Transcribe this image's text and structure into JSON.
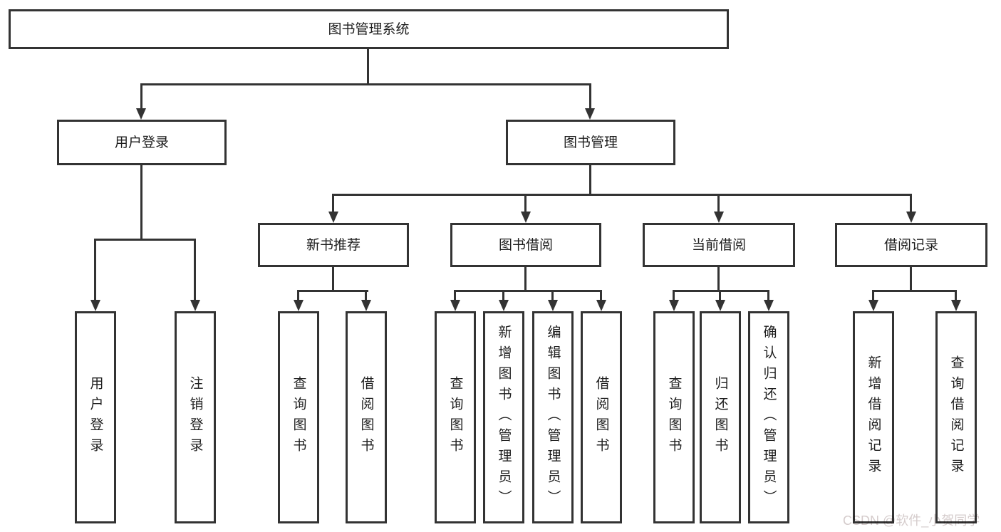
{
  "root": {
    "label": "图书管理系统"
  },
  "level2": [
    {
      "label": "用户登录"
    },
    {
      "label": "图书管理"
    }
  ],
  "level3": [
    {
      "label": "新书推荐"
    },
    {
      "label": "图书借阅"
    },
    {
      "label": "当前借阅"
    },
    {
      "label": "借阅记录"
    }
  ],
  "leaves": {
    "user": [
      {
        "label": "用户登录"
      },
      {
        "label": "注销登录"
      }
    ],
    "recommend": [
      {
        "label": "查询图书"
      },
      {
        "label": "借阅图书"
      }
    ],
    "borrow": [
      {
        "label": "查询图书"
      },
      {
        "label": "新增图书（管理员）"
      },
      {
        "label": "编辑图书（管理员）"
      },
      {
        "label": "借阅图书"
      }
    ],
    "current": [
      {
        "label": "查询图书"
      },
      {
        "label": "归还图书"
      },
      {
        "label": "确认归还（管理员）"
      }
    ],
    "records": [
      {
        "label": "新增借阅记录"
      },
      {
        "label": "查询借阅记录"
      }
    ]
  },
  "watermark": "CSDN @软件_小贺同学",
  "colors": {
    "line": "#333333",
    "text": "#1d1d1d",
    "watermark": "#d5cccc",
    "bg": "#ffffff"
  }
}
